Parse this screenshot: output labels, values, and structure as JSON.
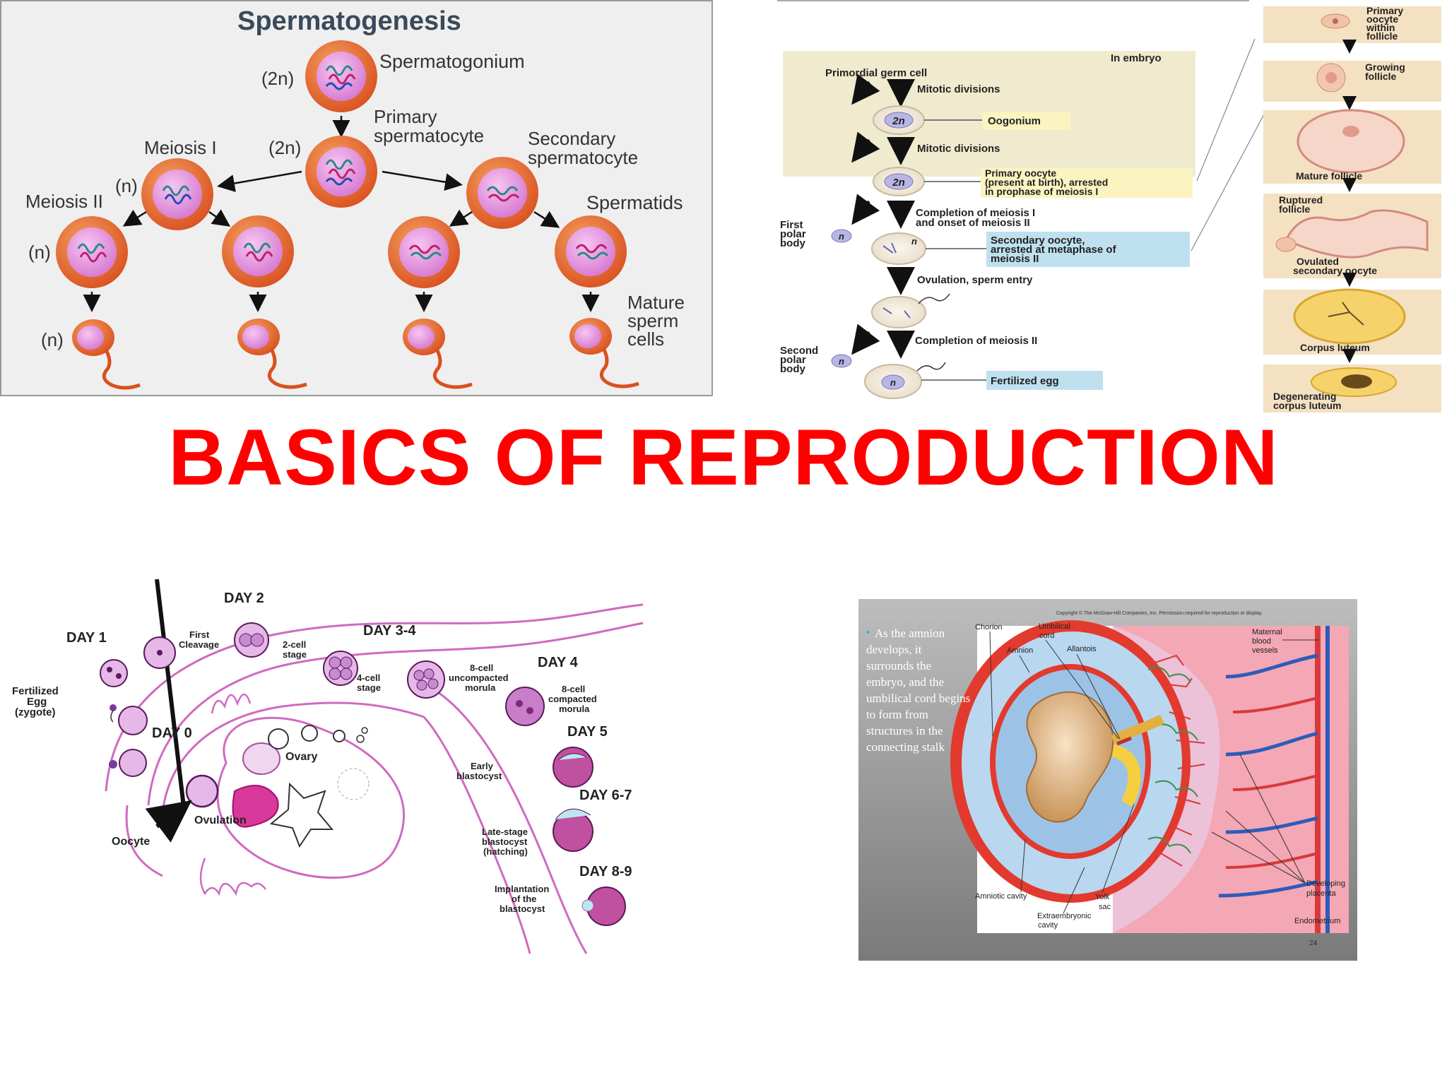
{
  "title": "BASICS OF REPRODUCTION",
  "colors": {
    "title": "#ff0000",
    "cell_outer": "#e0602a",
    "cell_inner": "#e89ae0",
    "embryo_bg": "#f0ebcf",
    "fem_border": "#d9a0d9"
  },
  "spermatogenesis": {
    "heading": "Spermatogenesis",
    "ploidy_2n_a": "(2n)",
    "ploidy_2n_b": "(2n)",
    "ploidy_n_a": "(n)",
    "ploidy_n_b": "(n)",
    "ploidy_n_c": "(n)",
    "meiosis1": "Meiosis I",
    "meiosis2": "Meiosis II",
    "spermatogonium": "Spermatogonium",
    "primary_l1": "Primary",
    "primary_l2": "spermatocyte",
    "secondary_l1": "Secondary",
    "secondary_l2": "spermatocyte",
    "spermatids": "Spermatids",
    "mature_l1": "Mature",
    "mature_l2": "sperm",
    "mature_l3": "cells"
  },
  "oogenesis": {
    "in_embryo": "In embryo",
    "primordial": "Primordial germ cell",
    "mitotic1": "Mitotic divisions",
    "oogonium": "Oogonium",
    "mitotic2": "Mitotic divisions",
    "primary_l1": "Primary oocyte",
    "primary_l2": "(present at birth), arrested",
    "primary_l3": "in prophase of meiosis I",
    "completion1_l1": "Completion of meiosis I",
    "completion1_l2": "and onset of meiosis II",
    "first_polar_l1": "First",
    "first_polar_l2": "polar",
    "first_polar_l3": "body",
    "secondary_l1": "Secondary oocyte,",
    "secondary_l2": "arrested at metaphase of",
    "secondary_l3": "meiosis II",
    "ovulation": "Ovulation, sperm entry",
    "completion2": "Completion of meiosis II",
    "second_polar_l1": "Second",
    "second_polar_l2": "polar",
    "second_polar_l3": "body",
    "fertilized": "Fertilized egg",
    "label_2n_a": "2n",
    "label_2n_b": "2n",
    "label_n_a": "n",
    "label_n_b": "n",
    "label_n_c": "n",
    "label_n_d": "n",
    "follicles": {
      "f1_l1": "Primary",
      "f1_l2": "oocyte",
      "f1_l3": "within",
      "f1_l4": "follicle",
      "f2_l1": "Growing",
      "f2_l2": "follicle",
      "f3": "Mature follicle",
      "f4_l1": "Ruptured",
      "f4_l2": "follicle",
      "f5_l1": "Ovulated",
      "f5_l2": "secondary oocyte",
      "f6": "Corpus luteum",
      "f7_l1": "Degenerating",
      "f7_l2": "corpus luteum"
    }
  },
  "development": {
    "day1": "DAY 1",
    "day2": "DAY 2",
    "day34": "DAY 3-4",
    "day4": "DAY 4",
    "day5": "DAY 5",
    "day67": "DAY 6-7",
    "day89": "DAY 8-9",
    "day0": "DAY 0",
    "fert_l1": "Fertilized",
    "fert_l2": "Egg",
    "fert_l3": "(zygote)",
    "first_cleavage_l1": "First",
    "first_cleavage_l2": "Cleavage",
    "two_cell_l1": "2-cell",
    "two_cell_l2": "stage",
    "four_cell_l1": "4-cell",
    "four_cell_l2": "stage",
    "uncompacted_l1": "8-cell",
    "uncompacted_l2": "uncompacted",
    "uncompacted_l3": "morula",
    "compacted_l1": "8-cell",
    "compacted_l2": "compacted",
    "compacted_l3": "morula",
    "ovary": "Ovary",
    "ovulation": "Ovulation",
    "oocyte": "Oocyte",
    "early_blast_l1": "Early",
    "early_blast_l2": "blastocyst",
    "late_blast_l1": "Late-stage",
    "late_blast_l2": "blastocyst",
    "late_blast_l3": "(hatching)",
    "implant_l1": "Implantation",
    "implant_l2": "of the",
    "implant_l3": "blastocyst"
  },
  "embryo": {
    "copyright": "Copyright © The McGraw-Hill Companies, Inc. Permission required for reproduction or display.",
    "bullet": "•",
    "text_l1": "As the amnion",
    "text_l2": "develops, it",
    "text_l3": "surrounds the",
    "text_l4": "embryo, and the",
    "text_l5": "umbilical cord begins",
    "text_l6": "to form from",
    "text_l7": "structures in the",
    "text_l8": "connecting stalk",
    "chorion": "Chorion",
    "umbilical_l1": "Umbilical",
    "umbilical_l2": "cord",
    "amnion": "Amnion",
    "allantois": "Allantois",
    "maternal_l1": "Maternal",
    "maternal_l2": "blood",
    "maternal_l3": "vessels",
    "amniotic_cavity": "Amniotic cavity",
    "yolk_l1": "Yolk",
    "yolk_l2": "sac",
    "extra_l1": "Extraembryonic",
    "extra_l2": "cavity",
    "placenta_l1": "Developing",
    "placenta_l2": "placenta",
    "endometrium": "Endometrium",
    "page_number": "24"
  }
}
